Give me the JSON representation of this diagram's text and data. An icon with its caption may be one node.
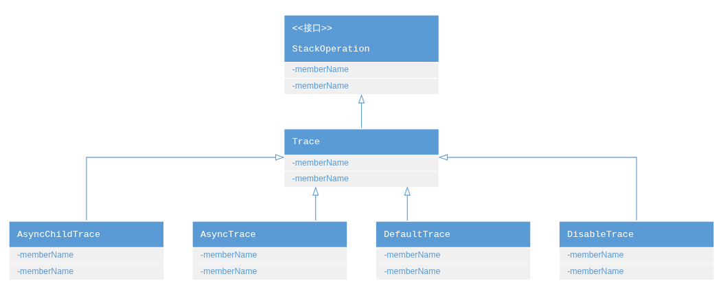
{
  "diagram": {
    "nodes": [
      {
        "text": [
          "<<接口>>",
          "StackOperation",
          "-memberName",
          "-memberName"
        ]
      },
      {
        "text": [
          "Trace",
          "-memberName",
          "-memberName"
        ]
      },
      {
        "text": [
          "AsyncChildTrace",
          "-memberName",
          "-memberName"
        ]
      },
      {
        "text": [
          "AsyncTrace",
          "-memberName",
          "-memberName"
        ]
      },
      {
        "text": [
          "DefaultTrace",
          "-memberName",
          "-memberName"
        ]
      },
      {
        "text": [
          "DisableTrace",
          "-memberName",
          "-memberName"
        ]
      }
    ],
    "edges": [
      {
        "from": 1,
        "to": 0,
        "arrow": "to"
      },
      {
        "from": 2,
        "to": 1,
        "arrow": "to"
      },
      {
        "from": 3,
        "to": 1,
        "arrow": "to"
      },
      {
        "from": 4,
        "to": 1,
        "arrow": "to"
      },
      {
        "from": 5,
        "to": 1,
        "arrow": "to"
      }
    ]
  }
}
